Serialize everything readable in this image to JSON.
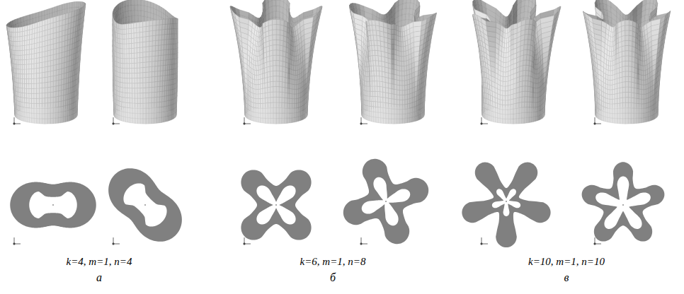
{
  "diagram": {
    "labels": [
      "k=4, m=1, n=4",
      "а",
      "k=6, m=1, n=8",
      "б",
      "k=10, m=1, n=10",
      "в"
    ]
  }
}
